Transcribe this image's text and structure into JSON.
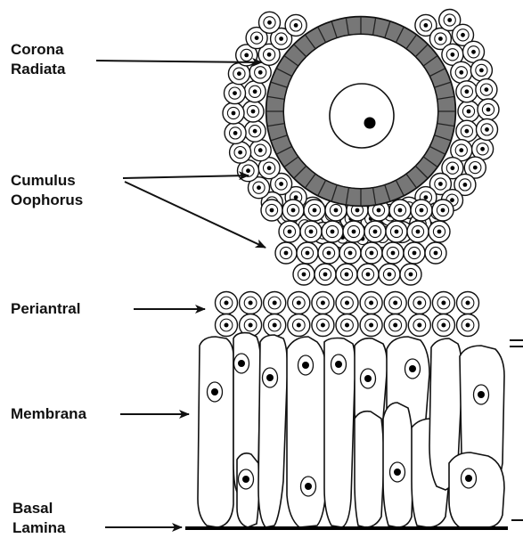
{
  "labels": {
    "corona_line1": "Corona",
    "corona_line2": "Radiata",
    "cumulus_line1": "Cumulus",
    "cumulus_line2": "Oophorus",
    "periantral": "Periantral",
    "membrana": "Membrana",
    "basal_line1": "Basal",
    "basal_line2": "Lamina"
  },
  "colors": {
    "ink": "#111111",
    "corona_fill": "#7a7a7a",
    "background": "#ffffff"
  }
}
